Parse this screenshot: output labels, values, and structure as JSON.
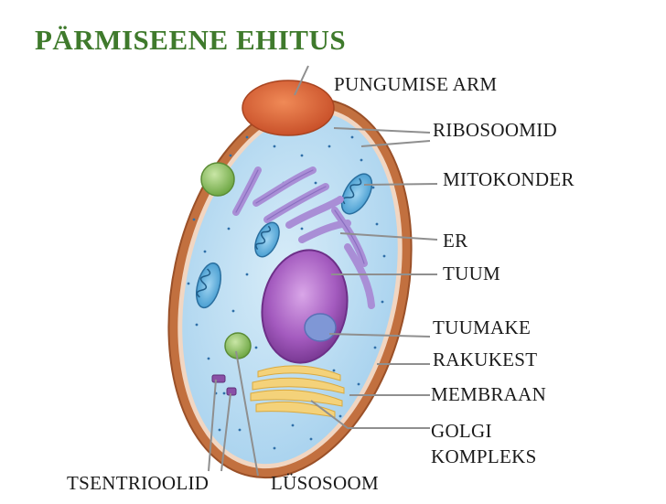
{
  "title": "PÄRMISEENE EHITUS",
  "labels": {
    "bud_scar": "PUNGUMISE ARM",
    "ribosomes": "RIBOSOOMID",
    "mitochondrion": "MITOKONDER",
    "er": "ER",
    "nucleus": "TUUM",
    "nucleolus": "TUUMAKE",
    "cell_wall": "RAKUKEST",
    "membrane": "MEMBRAAN",
    "golgi_line1": "GOLGI",
    "golgi_line2": "KOMPLEKS",
    "centrioles": "TSENTRIOOLID",
    "lysosome": "LÜSOSOOM"
  },
  "colors": {
    "title": "#3f7a2c",
    "cell_wall": "#c2703f",
    "cytoplasm": "#b9dcf2",
    "bud_scar": "#d9653a",
    "nucleus": "#9a4fb2",
    "nucleolus": "#7f97d6",
    "er": "#a98ed6",
    "mitochondria": "#4aa7d8",
    "vacuole": "#8fbf63",
    "golgi": "#f4d27a",
    "centrioles": "#8a4fa6",
    "leader_lines": "#8f8f8f"
  }
}
